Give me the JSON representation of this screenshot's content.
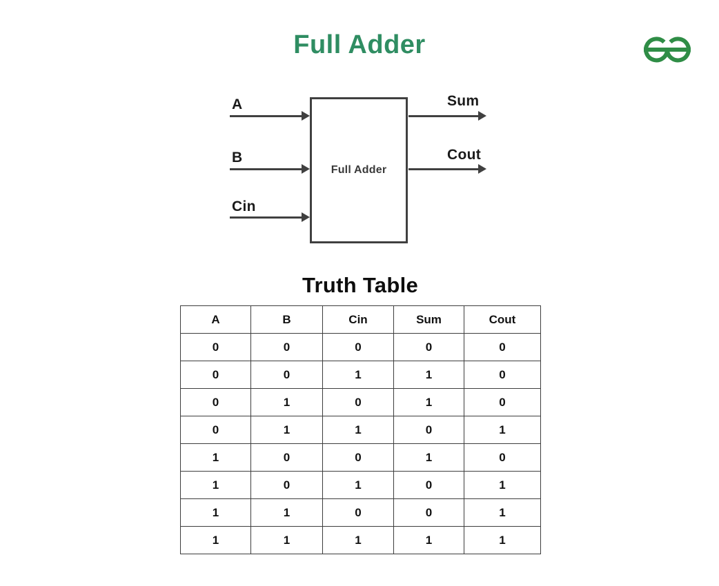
{
  "page": {
    "title": "Full Adder",
    "colors": {
      "title_green": "#2f8d62",
      "logo_green": "#2f8d46",
      "line_gray": "#404040",
      "text_dark": "#1a1a1a",
      "border_gray": "#3c3c3c"
    }
  },
  "logo": {
    "name": "geeksforgeeks-logo"
  },
  "diagram": {
    "block_label": "Full Adder",
    "inputs": [
      "A",
      "B",
      "Cin"
    ],
    "outputs": [
      "Sum",
      "Cout"
    ]
  },
  "truth_table": {
    "heading": "Truth Table",
    "columns": [
      "A",
      "B",
      "Cin",
      "Sum",
      "Cout"
    ],
    "rows": [
      [
        "0",
        "0",
        "0",
        "0",
        "0"
      ],
      [
        "0",
        "0",
        "1",
        "1",
        "0"
      ],
      [
        "0",
        "1",
        "0",
        "1",
        "0"
      ],
      [
        "0",
        "1",
        "1",
        "0",
        "1"
      ],
      [
        "1",
        "0",
        "0",
        "1",
        "0"
      ],
      [
        "1",
        "0",
        "1",
        "0",
        "1"
      ],
      [
        "1",
        "1",
        "0",
        "0",
        "1"
      ],
      [
        "1",
        "1",
        "1",
        "1",
        "1"
      ]
    ]
  }
}
